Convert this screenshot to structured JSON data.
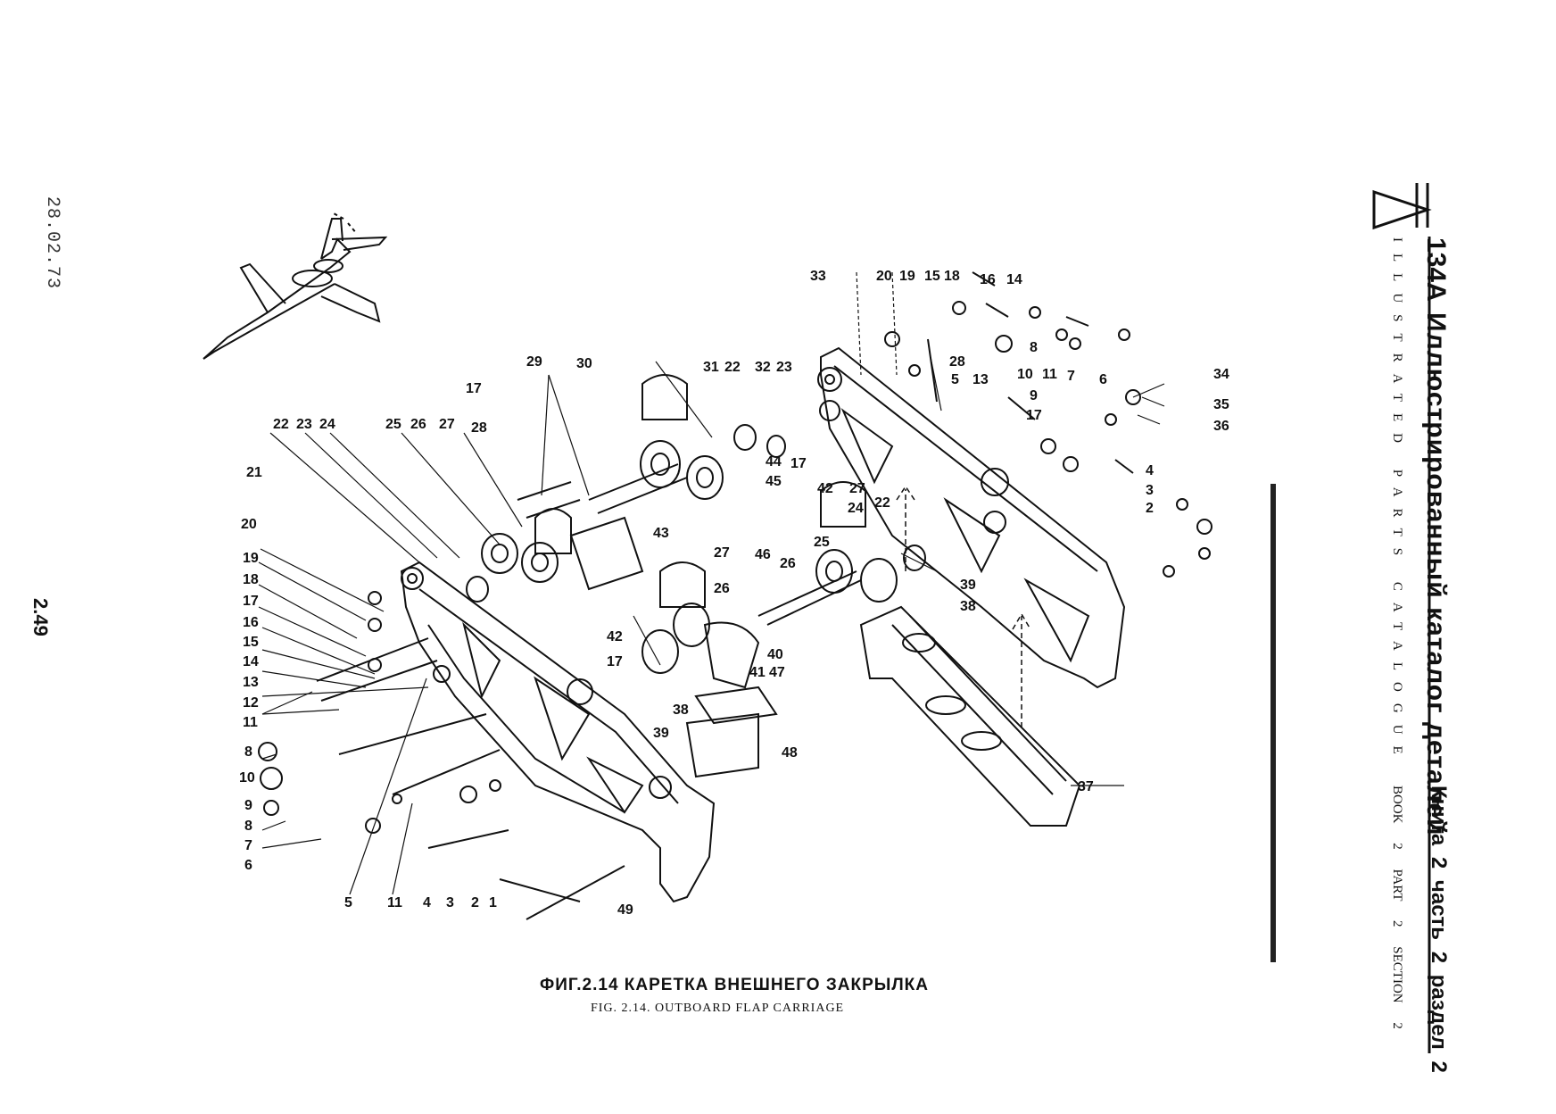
{
  "margin": {
    "date": "28.02.73",
    "page_number": "2.49"
  },
  "header": {
    "model": "134A",
    "title_ru": "Иллюстрированный каталог деталей",
    "title_en": "ILLUSTRATED PARTS CATALOGUE",
    "book_ru": "Книга 2 часть 2 раздел 2",
    "book_en": "BOOK 2 PART 2 SECTION 2"
  },
  "figure": {
    "caption_ru": "ФИГ.2.14 КАРЕТКА ВНЕШНЕГО ЗАКРЫЛКА",
    "caption_en": "FIG. 2.14. OUTBOARD FLAP CARRIAGE"
  },
  "callouts": {
    "left_column": [
      "20",
      "19",
      "18",
      "17",
      "16",
      "15",
      "14",
      "13",
      "12",
      "11",
      "8",
      "10",
      "9",
      "8",
      "7",
      "6"
    ],
    "bottom_row": [
      "5",
      "11",
      "4",
      "3",
      "2",
      "1",
      "49"
    ],
    "top_left_row": [
      "22",
      "23",
      "24",
      "25",
      "26",
      "27",
      "28",
      "17",
      "29",
      "30"
    ],
    "center": [
      "21",
      "31",
      "22",
      "32",
      "23",
      "44",
      "45",
      "43",
      "42",
      "17",
      "27",
      "27",
      "24",
      "22",
      "25",
      "26",
      "26",
      "46",
      "42",
      "17",
      "40",
      "41",
      "47",
      "38",
      "39",
      "48"
    ],
    "right_top": [
      "33",
      "20",
      "19",
      "15",
      "18",
      "16",
      "14",
      "8",
      "28",
      "5",
      "13",
      "10",
      "11",
      "9",
      "17",
      "7",
      "6",
      "34",
      "35",
      "36",
      "4",
      "3",
      "2",
      "39",
      "38",
      "37"
    ]
  },
  "colors": {
    "ink": "#111111",
    "paper": "#ffffff",
    "edge_bar": "#222222"
  }
}
